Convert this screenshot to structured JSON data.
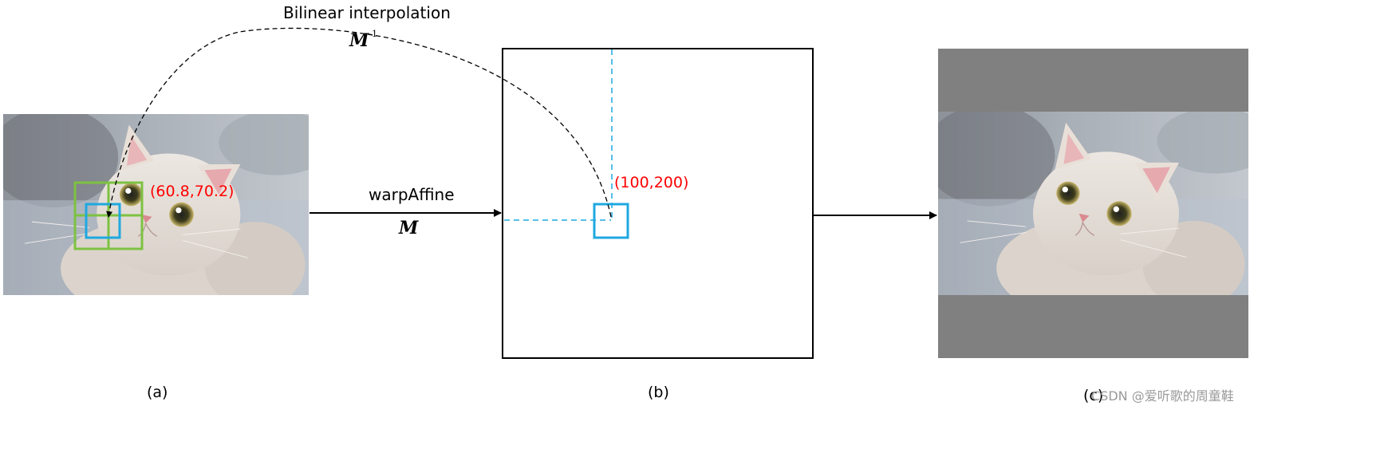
{
  "arc_label": "Bilinear interpolation",
  "arc_math": "M",
  "arc_math_sup": "-1",
  "forward_label": "warpAffine",
  "forward_math": "M",
  "src_coord": "(60.8,70.2)",
  "dst_coord": "(100,200)",
  "captions": {
    "a": "(a)",
    "b": "(b)",
    "c": "(c)"
  },
  "watermark": "CSDN @爱听歌的周童鞋",
  "colors": {
    "grid_green": "#7dc242",
    "pixel_blue": "#1fa8e0",
    "coord_red": "#ff0000",
    "pad_gray": "#808080"
  }
}
